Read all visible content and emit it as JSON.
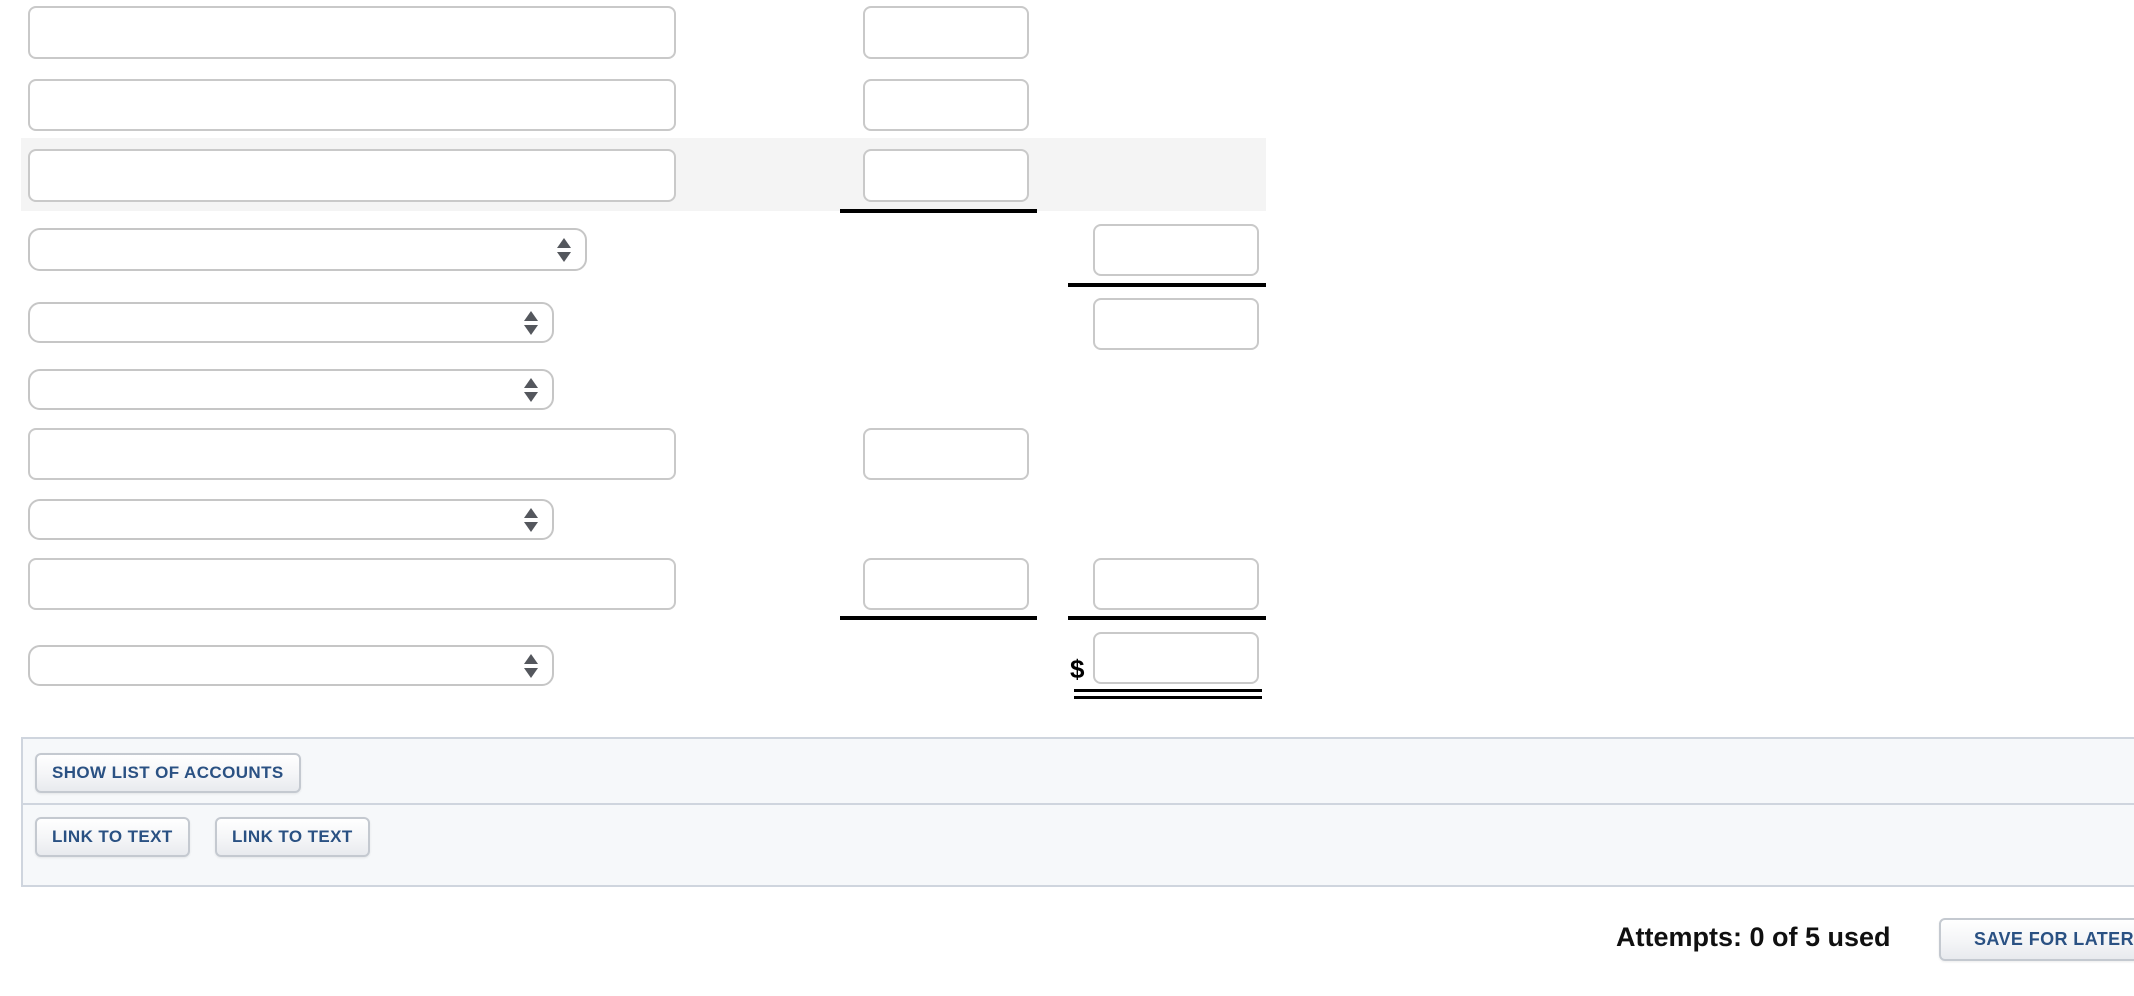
{
  "form": {
    "currency_symbol": "$",
    "text_fields": {
      "placeholder": "",
      "values": [
        "",
        "",
        "",
        "",
        ""
      ]
    },
    "amount_fields_middle": [
      "",
      "",
      "",
      "",
      ""
    ],
    "amount_fields_right": [
      "",
      "",
      "",
      ""
    ],
    "account_selects": {
      "selected_values": [
        "",
        "",
        "",
        "",
        ""
      ]
    }
  },
  "actions_panel": {
    "show_list_button": "SHOW LIST OF ACCOUNTS",
    "link_buttons": [
      {
        "label": "LINK TO TEXT"
      },
      {
        "label": "LINK TO TEXT"
      }
    ]
  },
  "footer": {
    "attempts_text": "Attempts: 0 of 5 used",
    "save_button_label": "SAVE FOR LATER"
  },
  "colors": {
    "button_text": "#2a5183",
    "underline": "#000000",
    "row_highlight": "#f4f4f4",
    "panel_background": "#f6f8fa",
    "panel_border": "#cfd5de",
    "input_border": "#c9c9c9"
  }
}
